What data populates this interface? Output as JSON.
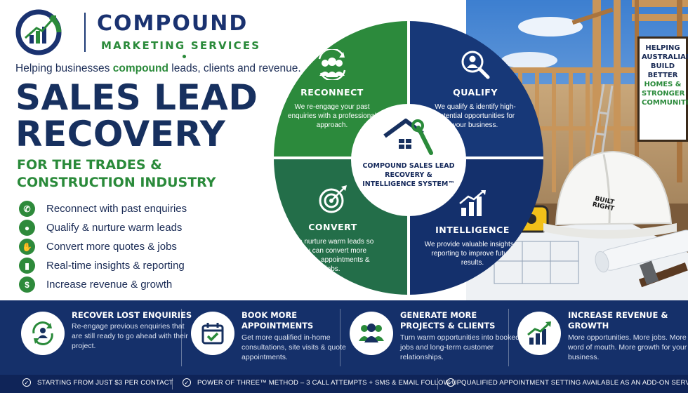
{
  "brand": {
    "name": "COMPOUND",
    "subtitle": "MARKETING SERVICES",
    "tagline_start": "Helping businesses ",
    "tagline_highlight": "compound",
    "tagline_end": " leads, clients and revenue."
  },
  "hero": {
    "title_line1": "SALES LEAD",
    "title_line2": "RECOVERY",
    "subtitle_line1": "FOR THE TRADES &",
    "subtitle_line2": "CONSTRUCTION INDUSTRY"
  },
  "benefits": [
    {
      "icon": "phone-icon",
      "glyph": "✆",
      "label": "Reconnect with past enquiries"
    },
    {
      "icon": "people-icon",
      "glyph": "●",
      "label": "Qualify & nurture warm leads"
    },
    {
      "icon": "handshake-icon",
      "glyph": "✋",
      "label": "Convert more quotes & jobs"
    },
    {
      "icon": "chart-icon",
      "glyph": "▮",
      "label": "Real-time insights & reporting"
    },
    {
      "icon": "dollar-icon",
      "glyph": "$",
      "label": "Increase revenue & growth"
    }
  ],
  "system": {
    "center_label": "COMPOUND SALES LEAD RECOVERY & INTELLIGENCE SYSTEM™",
    "steps": [
      {
        "title": "RECONNECT",
        "desc": "We re-engage your past enquiries with a professional approach."
      },
      {
        "title": "QUALIFY",
        "desc": "We qualify & identify high-potential opportunities for your business."
      },
      {
        "title": "CONVERT",
        "desc": "We nurture warm leads so you can convert more quotes, appointments & jobs."
      },
      {
        "title": "INTELLIGENCE",
        "desc": "We provide valuable insights & reporting to improve future results."
      }
    ]
  },
  "photo": {
    "sign_line1": "HELPING",
    "sign_line2": "AUSTRALIANS",
    "sign_line3": "BUILD BETTER",
    "sign_line4": "HOMES &",
    "sign_line5": "STRONGER",
    "sign_line6": "COMMUNITIES",
    "helmet_text": "BUILT RIGHT"
  },
  "features": [
    {
      "icon": "recover-icon",
      "title": "RECOVER LOST ENQUIRIES",
      "desc": "Re-engage previous enquiries that are still ready to go ahead with their project."
    },
    {
      "icon": "calendar-check-icon",
      "title": "BOOK MORE APPOINTMENTS",
      "desc": "Get more qualified in-home consultations, site visits & quote appointments."
    },
    {
      "icon": "clients-icon",
      "title": "GENERATE MORE PROJECTS & CLIENTS",
      "desc": "Turn warm opportunities into booked jobs and long-term customer relationships."
    },
    {
      "icon": "growth-chart-icon",
      "title": "INCREASE REVENUE & GROWTH",
      "desc": "More opportunities. More jobs. More word of mouth. More growth for your business."
    }
  ],
  "footer": [
    "STARTING FROM JUST $3 PER CONTACT",
    "POWER OF THREE™ METHOD – 3 CALL ATTEMPTS + SMS & EMAIL FOLLOW UP",
    "QUALIFIED APPOINTMENT SETTING AVAILABLE AS AN ADD-ON SERVICE"
  ],
  "colors": {
    "navy": "#17305f",
    "green": "#2a8a3a",
    "band": "#15306a"
  }
}
